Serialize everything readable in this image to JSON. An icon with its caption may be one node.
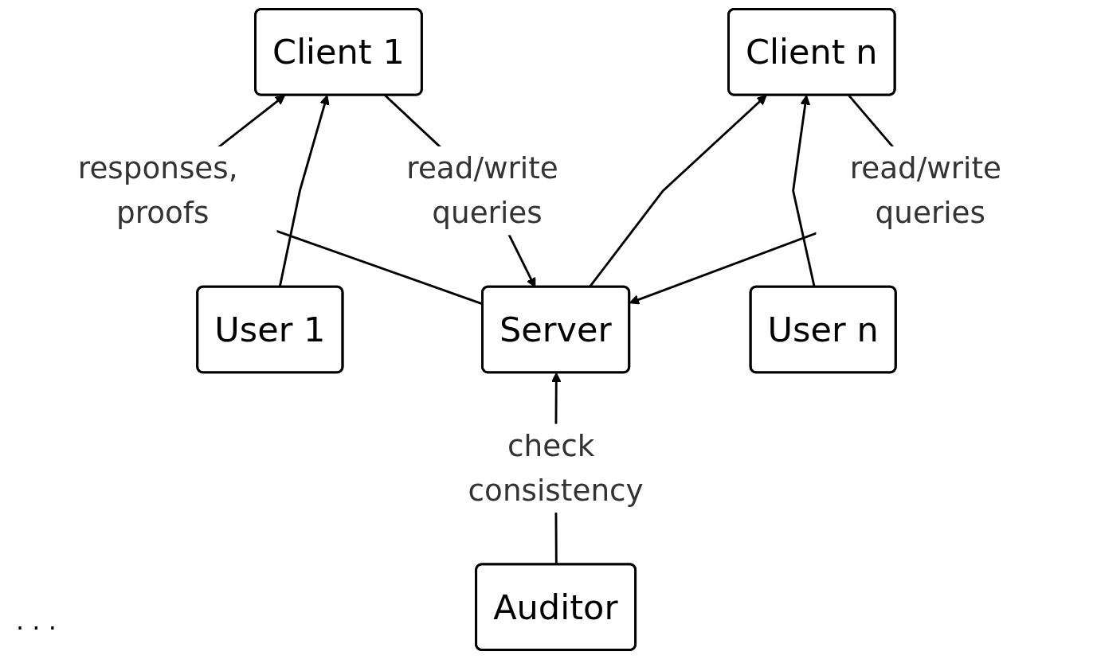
{
  "diagram": {
    "nodes": [
      {
        "text": [
          "Server"
        ]
      },
      {
        "text": [
          "Auditor"
        ]
      },
      {
        "text": [
          "Client 1"
        ]
      },
      {
        "text": [
          "Client n"
        ]
      },
      {
        "text": [
          "User 1"
        ]
      },
      {
        "text": [
          "User n"
        ]
      }
    ],
    "edges": [
      {
        "from": 1,
        "to": 0,
        "arrow": "to",
        "label": "check consistency"
      },
      {
        "from": 2,
        "to": 0,
        "arrow": "to",
        "label": "read/write queries"
      },
      {
        "from": 0,
        "to": 2,
        "arrow": "to",
        "label": "responses, proofs"
      },
      {
        "from": 0,
        "to": 3,
        "arrow": "to"
      },
      {
        "from": 3,
        "to": 0,
        "arrow": "to",
        "label": "read/write queries"
      },
      {
        "from": 4,
        "to": 2,
        "arrow": "to"
      },
      {
        "from": 5,
        "to": 3,
        "arrow": "to"
      }
    ],
    "labels": [
      "· · ·"
    ]
  }
}
